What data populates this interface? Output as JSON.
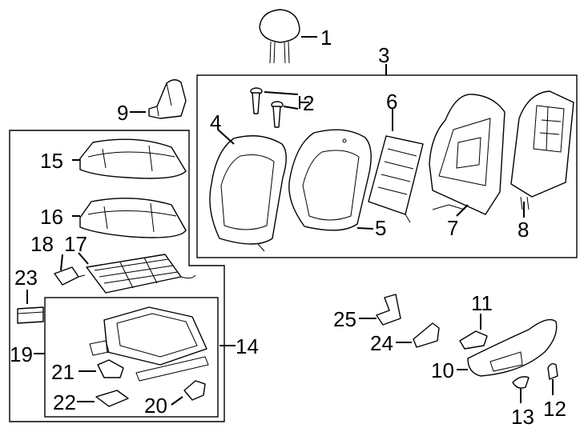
{
  "diagram": {
    "callouts": [
      {
        "id": "1",
        "text": "1"
      },
      {
        "id": "2",
        "text": "2"
      },
      {
        "id": "3",
        "text": "3"
      },
      {
        "id": "4",
        "text": "4"
      },
      {
        "id": "5",
        "text": "5"
      },
      {
        "id": "6",
        "text": "6"
      },
      {
        "id": "7",
        "text": "7"
      },
      {
        "id": "8",
        "text": "8"
      },
      {
        "id": "9",
        "text": "9"
      },
      {
        "id": "10",
        "text": "10"
      },
      {
        "id": "11",
        "text": "11"
      },
      {
        "id": "12",
        "text": "12"
      },
      {
        "id": "13",
        "text": "13"
      },
      {
        "id": "14",
        "text": "14"
      },
      {
        "id": "15",
        "text": "15"
      },
      {
        "id": "16",
        "text": "16"
      },
      {
        "id": "17",
        "text": "17"
      },
      {
        "id": "18",
        "text": "18"
      },
      {
        "id": "19",
        "text": "19"
      },
      {
        "id": "20",
        "text": "20"
      },
      {
        "id": "21",
        "text": "21"
      },
      {
        "id": "22",
        "text": "22"
      },
      {
        "id": "23",
        "text": "23"
      },
      {
        "id": "24",
        "text": "24"
      },
      {
        "id": "25",
        "text": "25"
      }
    ]
  }
}
